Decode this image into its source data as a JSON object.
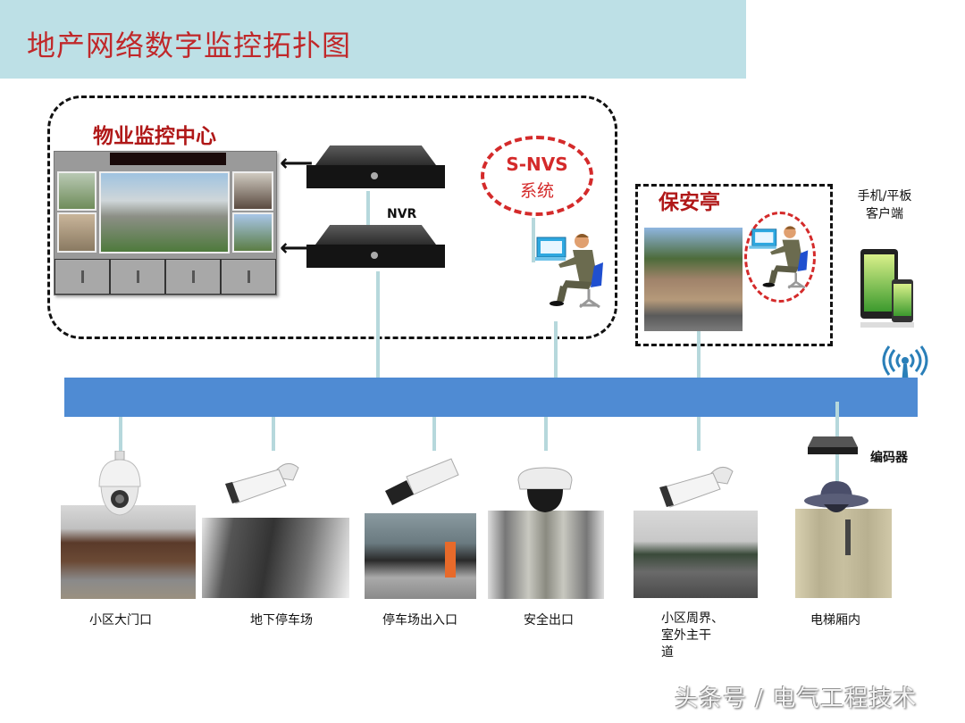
{
  "header": {
    "title": "地产网络数字监控拓扑图",
    "band_color": "#bde0e6",
    "title_color": "#c0282a"
  },
  "control_center": {
    "label": "物业监控中心",
    "nvr_label": "NVR",
    "snvs": {
      "title": "S-NVS",
      "subtitle": "系统",
      "ring_color": "#d42a2a"
    }
  },
  "guard_booth": {
    "label": "保安亭"
  },
  "mobile_client": {
    "label_line1": "手机/平板",
    "label_line2": "客户端"
  },
  "network": {
    "bar_color": "#4f8bd3",
    "link_color": "#b6d8dc"
  },
  "endpoints": [
    {
      "camera": "dome-ptz-camera-icon",
      "label": "小区大门口"
    },
    {
      "camera": "bullet-camera-icon",
      "label": "地下停车场"
    },
    {
      "camera": "box-camera-icon",
      "label": "停车场出入口"
    },
    {
      "camera": "dome-camera-icon",
      "label": "安全出口"
    },
    {
      "camera": "bullet-camera-icon",
      "label_line1": "小区周界、",
      "label_line2": "室外主干",
      "label_line3": "道"
    },
    {
      "camera": "elevator-dome-camera-icon",
      "label": "电梯厢内",
      "encoder_label": "编码器"
    }
  ],
  "watermark": "头条号 / 电气工程技术"
}
